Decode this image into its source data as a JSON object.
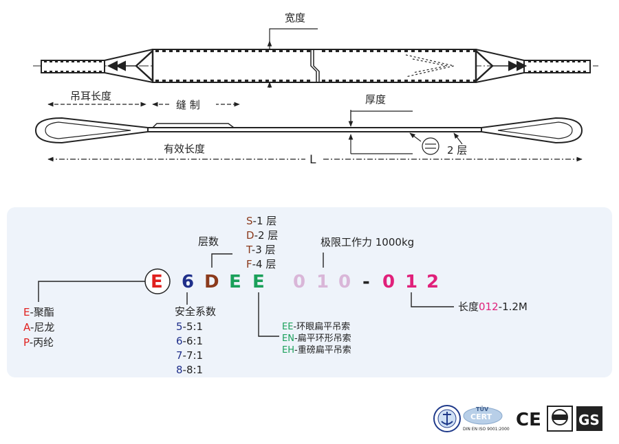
{
  "diagram": {
    "width_label": "宽度",
    "eye_length_label": "吊耳长度",
    "stitch_label": "缝 制",
    "thickness_label": "厚度",
    "effective_length_label": "有效长度",
    "total_length_label": "L",
    "layers_label": "2 层"
  },
  "code": {
    "letters": [
      {
        "char": "E",
        "color": "#e0201e"
      },
      {
        "char": "6",
        "color": "#1f2f8a"
      },
      {
        "char": "D",
        "color": "#8b3a1c"
      },
      {
        "char": "E",
        "color": "#1aa05a"
      },
      {
        "char": "E",
        "color": "#1aa05a"
      },
      {
        "char": "0",
        "color": "#d9b6d8"
      },
      {
        "char": "1",
        "color": "#d9b6d8"
      },
      {
        "char": "0",
        "color": "#d9b6d8"
      },
      {
        "char": "-",
        "color": "#222222"
      },
      {
        "char": "0",
        "color": "#e0207a"
      },
      {
        "char": "1",
        "color": "#e0207a"
      },
      {
        "char": "2",
        "color": "#e0207a"
      }
    ],
    "layers_title": "层数",
    "layers_options": [
      {
        "key": "S",
        "rest": "-1 层"
      },
      {
        "key": "D",
        "rest": "-2 层"
      },
      {
        "key": "T",
        "rest": "-3 层"
      },
      {
        "key": "F",
        "rest": "-4 层"
      }
    ],
    "wll_label": "极限工作力 1000kg",
    "material_options": [
      {
        "key": "E",
        "rest": "-聚酯"
      },
      {
        "key": "A",
        "rest": "-尼龙"
      },
      {
        "key": "P",
        "rest": "-丙纶"
      }
    ],
    "safety_title": "安全系数",
    "safety_options": [
      {
        "key": "5",
        "rest": "-5:1"
      },
      {
        "key": "6",
        "rest": "-6:1"
      },
      {
        "key": "7",
        "rest": "-7:1"
      },
      {
        "key": "8",
        "rest": "-8:1"
      }
    ],
    "type_options": [
      {
        "key": "EE",
        "rest": "-环眼扁平吊索"
      },
      {
        "key": "EN",
        "rest": "-扁平环形吊索"
      },
      {
        "key": "EH",
        "rest": "-重磅扁平吊索"
      }
    ],
    "length_prefix": "长度",
    "length_code": "012",
    "length_suffix": "-1.2M"
  },
  "colors": {
    "material": "#e0201e",
    "layers": "#8b3a1c",
    "safety": "#1f2f8a",
    "type": "#1aa05a",
    "length": "#e0207a",
    "panel": "#eef3fa"
  },
  "certs": {
    "tuv_text": "TÜV",
    "cert_text": "CERT",
    "iso_text": "DIN EN ISO 9001:2000",
    "ce_text": "CE",
    "gs_text": "GS"
  }
}
